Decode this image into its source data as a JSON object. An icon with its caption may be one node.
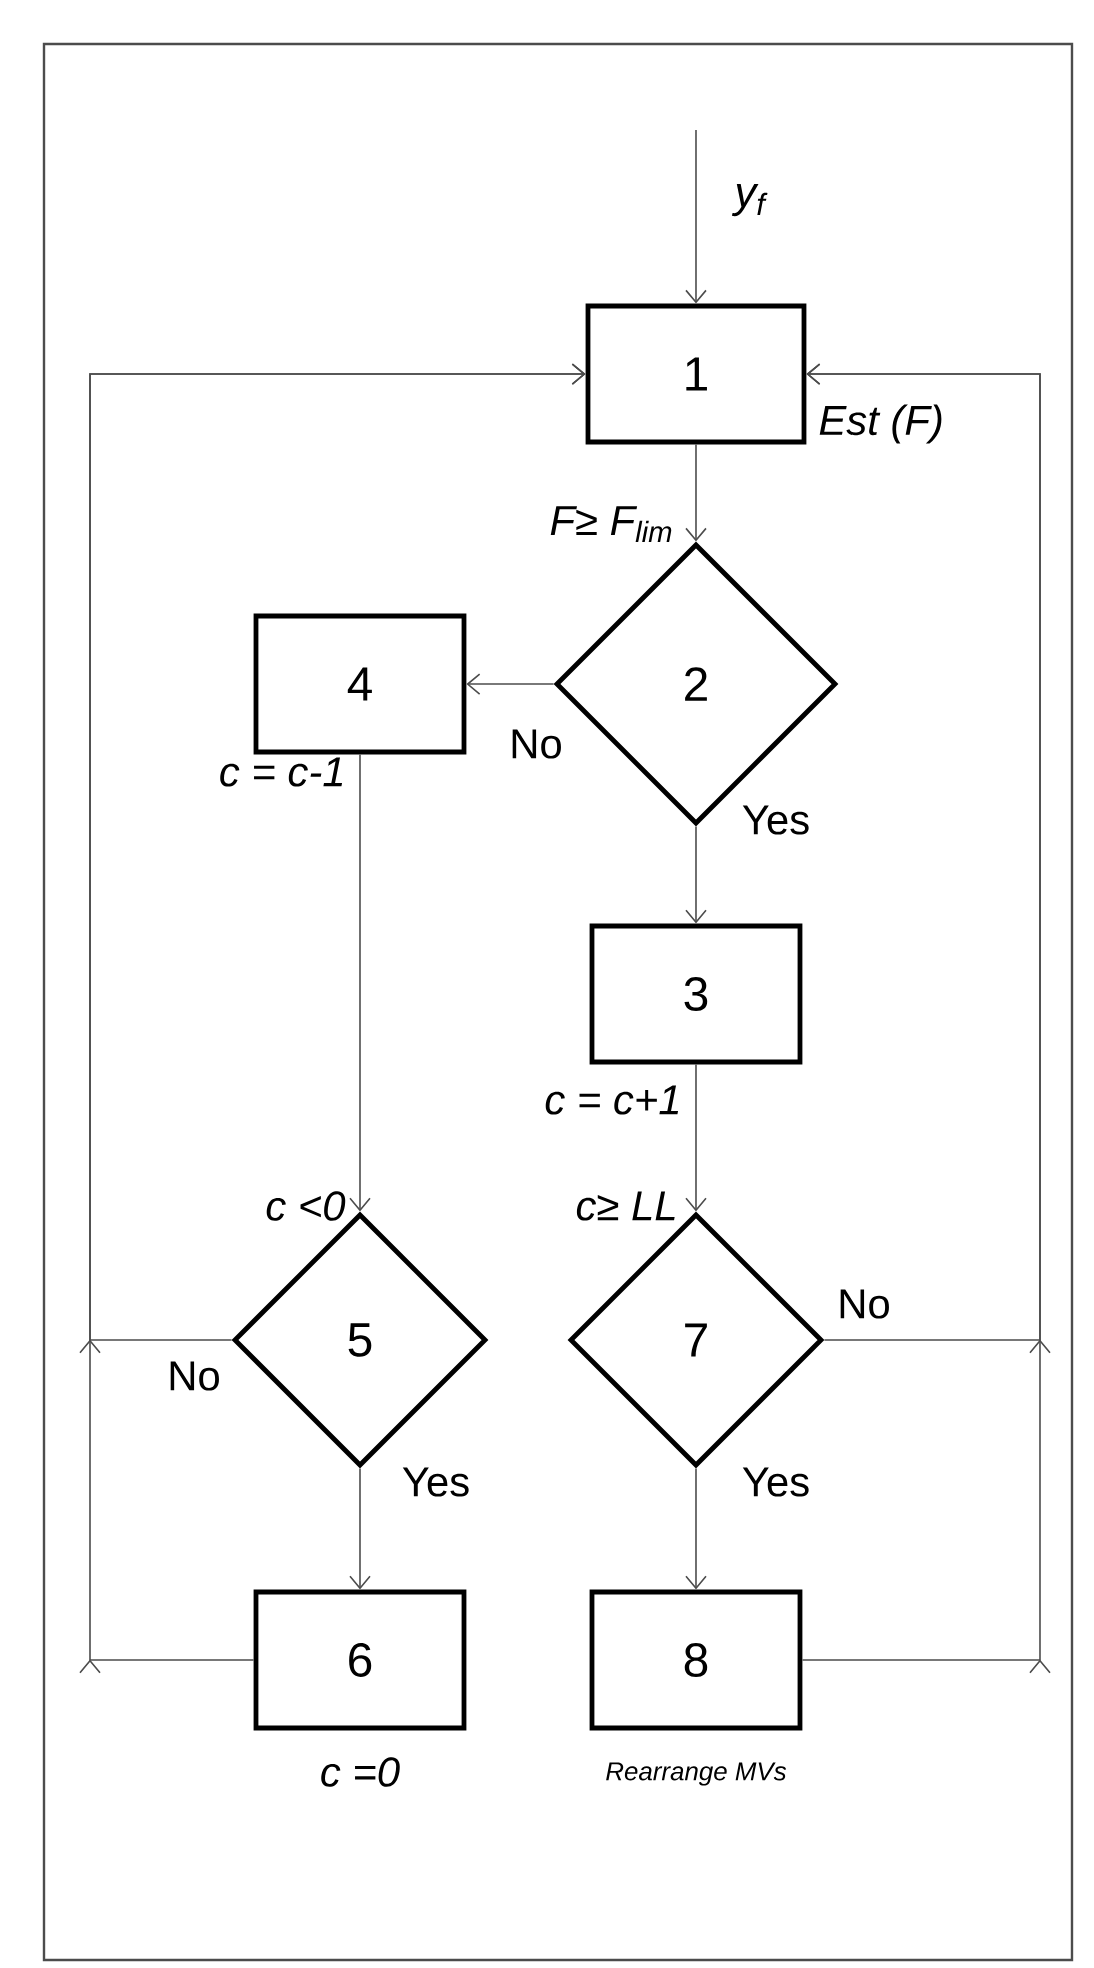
{
  "diagram": {
    "nodes": [
      {
        "text": [
          "1"
        ],
        "beside": [
          "Est (F)"
        ]
      },
      {
        "text": [
          "2"
        ],
        "beside": [
          "F≥ F$_{lim}$"
        ]
      },
      {
        "text": [
          "3"
        ],
        "beside": [
          "c = c+1"
        ]
      },
      {
        "text": [
          "4"
        ],
        "beside": [
          "c = c-1"
        ]
      },
      {
        "text": [
          "5"
        ],
        "beside": [
          "c <0"
        ]
      },
      {
        "text": [
          "6"
        ],
        "beside": [
          "c =0"
        ]
      },
      {
        "text": [
          "7"
        ],
        "beside": [
          "c≥ LL"
        ]
      },
      {
        "text": [
          "8"
        ],
        "beside": [
          "Rearrange MVs"
        ]
      }
    ],
    "edges": [
      {
        "from": null,
        "to": 0,
        "arrow": "to",
        "label": "y$_{f}$"
      },
      {
        "from": 0,
        "to": 1,
        "arrow": "to"
      },
      {
        "from": 1,
        "to": 3,
        "arrow": "to",
        "label": "No"
      },
      {
        "from": 1,
        "to": 2,
        "arrow": "to",
        "label": "Yes"
      },
      {
        "from": 3,
        "to": 4,
        "arrow": "to"
      },
      {
        "from": 2,
        "to": 6,
        "arrow": "to"
      },
      {
        "from": 4,
        "to": 5,
        "arrow": "to",
        "label": "Yes"
      },
      {
        "from": 4,
        "to": 0,
        "arrow": "to",
        "label": "No"
      },
      {
        "from": 5,
        "to": 0,
        "arrow": "to"
      },
      {
        "from": 6,
        "to": 7,
        "arrow": "to",
        "label": "Yes"
      },
      {
        "from": 6,
        "to": 0,
        "arrow": "to",
        "label": "No"
      },
      {
        "from": 7,
        "to": 0,
        "arrow": "to"
      }
    ]
  }
}
